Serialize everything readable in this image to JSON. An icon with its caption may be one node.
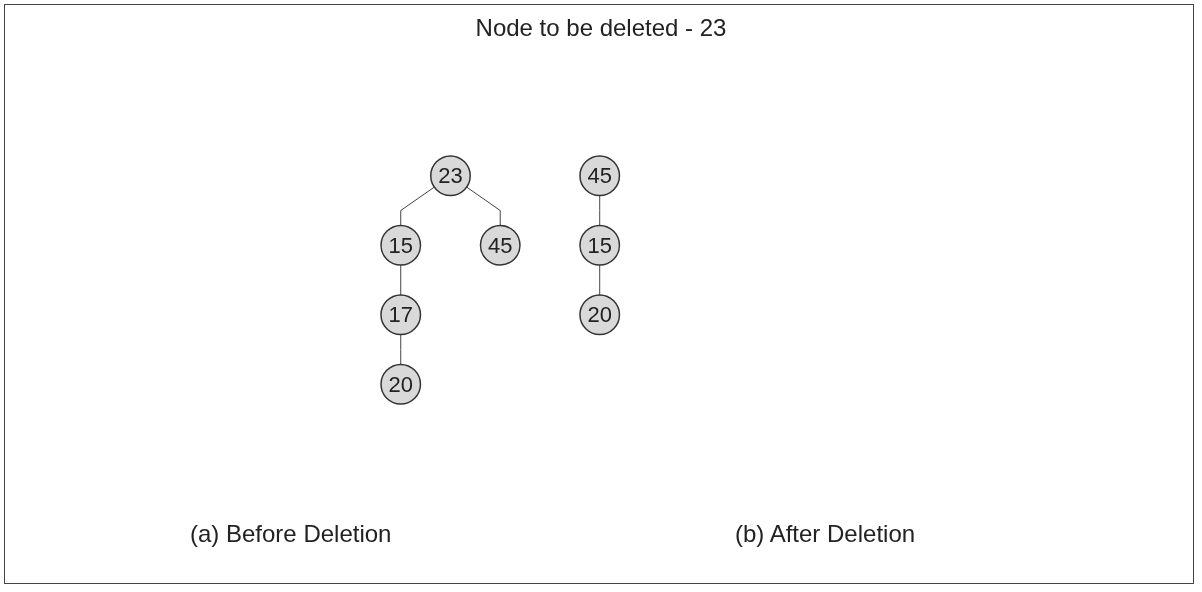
{
  "diagram": {
    "title": "Node to be deleted - 23",
    "nodes": [
      {
        "text": [
          "23"
        ]
      },
      {
        "text": [
          "15"
        ]
      },
      {
        "text": [
          "45"
        ]
      },
      {
        "text": [
          "17"
        ]
      },
      {
        "text": [
          "20"
        ]
      },
      {
        "text": [
          "45"
        ]
      },
      {
        "text": [
          "15"
        ]
      },
      {
        "text": [
          "20"
        ]
      }
    ],
    "edges": [
      {
        "from": 0,
        "to": 1,
        "arrow": "none"
      },
      {
        "from": 0,
        "to": 2,
        "arrow": "none"
      },
      {
        "from": 1,
        "to": 3,
        "arrow": "none"
      },
      {
        "from": 3,
        "to": 4,
        "arrow": "none"
      },
      {
        "from": 5,
        "to": 6,
        "arrow": "none"
      },
      {
        "from": 6,
        "to": 7,
        "arrow": "none"
      }
    ],
    "labels": [
      "(a) Before Deletion",
      "(b) After Deletion"
    ]
  }
}
